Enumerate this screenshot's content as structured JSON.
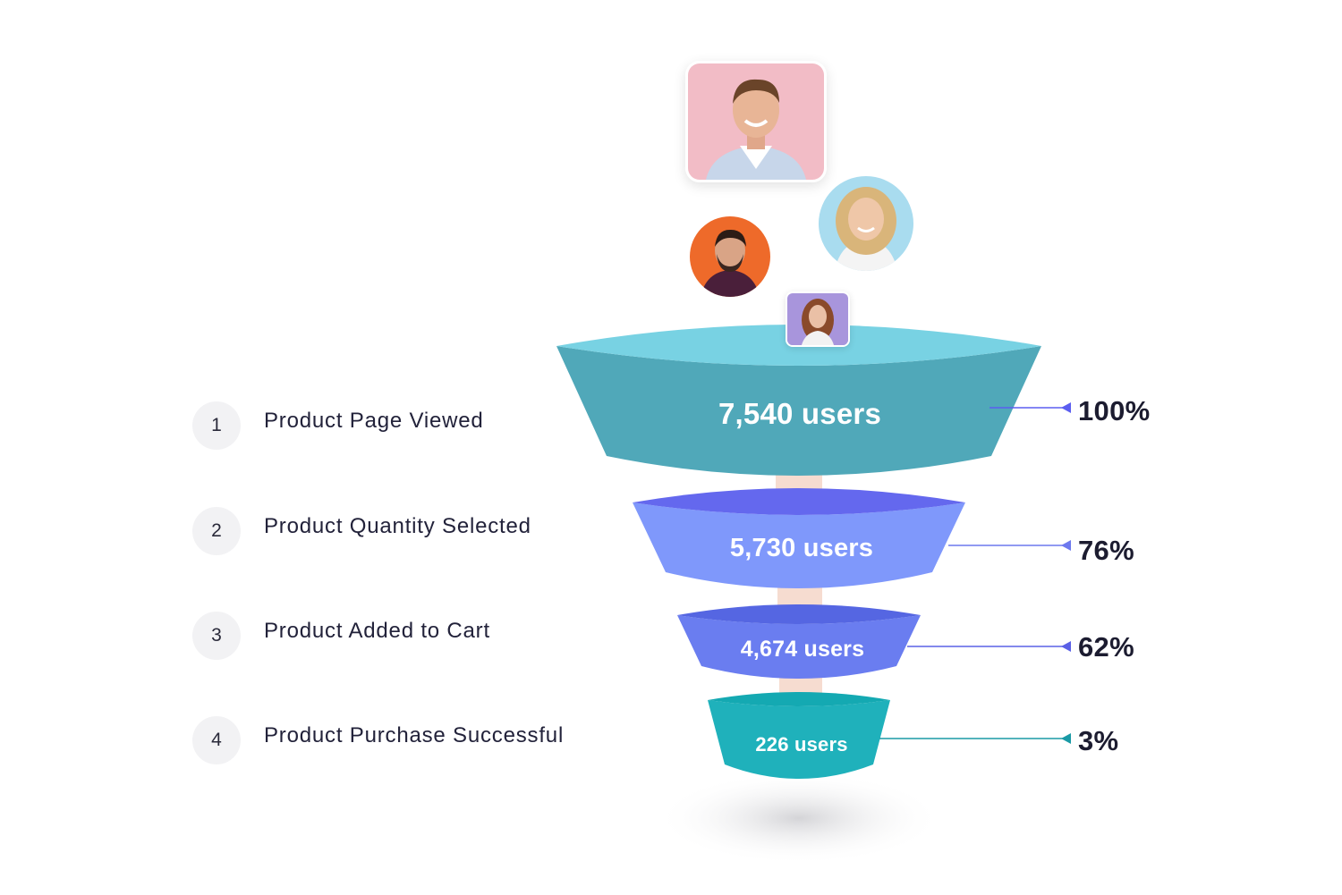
{
  "chart_data": {
    "type": "funnel",
    "title": "",
    "stages": [
      {
        "step": "1",
        "label": "Product Page Viewed",
        "value_text": "7,540 users",
        "value": 7540,
        "percent_text": "100%",
        "percent": 100
      },
      {
        "step": "2",
        "label": "Product Quantity Selected",
        "value_text": "5,730 users",
        "value": 5730,
        "percent_text": "76%",
        "percent": 76
      },
      {
        "step": "3",
        "label": "Product Added to Cart",
        "value_text": "4,674 users",
        "value": 4674,
        "percent_text": "62%",
        "percent": 62
      },
      {
        "step": "4",
        "label": "Product Purchase Successful",
        "value_text": "226 users",
        "value": 226,
        "percent_text": "3%",
        "percent": 3
      }
    ],
    "colors": {
      "stage1_body": "#50a8b9",
      "stage1_top": "#78d2e3",
      "stage2_body": "#7f98fb",
      "stage2_top": "#6468ee",
      "stage3_body": "#6a7df0",
      "stage3_top": "#5566e2",
      "stage4_body": "#1fb1bb",
      "stage4_top": "#14a9b2",
      "connector": "#f6dcd0",
      "pointer1": "#5b5ef0",
      "pointer2": "#6d79ee",
      "pointer3": "#5a60e6",
      "pointer4": "#1a9aa6"
    }
  },
  "avatars": [
    {
      "name": "avatar-man-pink-background",
      "shape": "rounded-square",
      "background": "#f2bcc6"
    },
    {
      "name": "avatar-woman-blue-background",
      "shape": "circle",
      "background": "#a9dcef"
    },
    {
      "name": "avatar-man-orange-background",
      "shape": "circle",
      "background": "#ee6a2a"
    },
    {
      "name": "avatar-woman-purple-background",
      "shape": "rounded-square",
      "background": "#a895dc"
    }
  ]
}
